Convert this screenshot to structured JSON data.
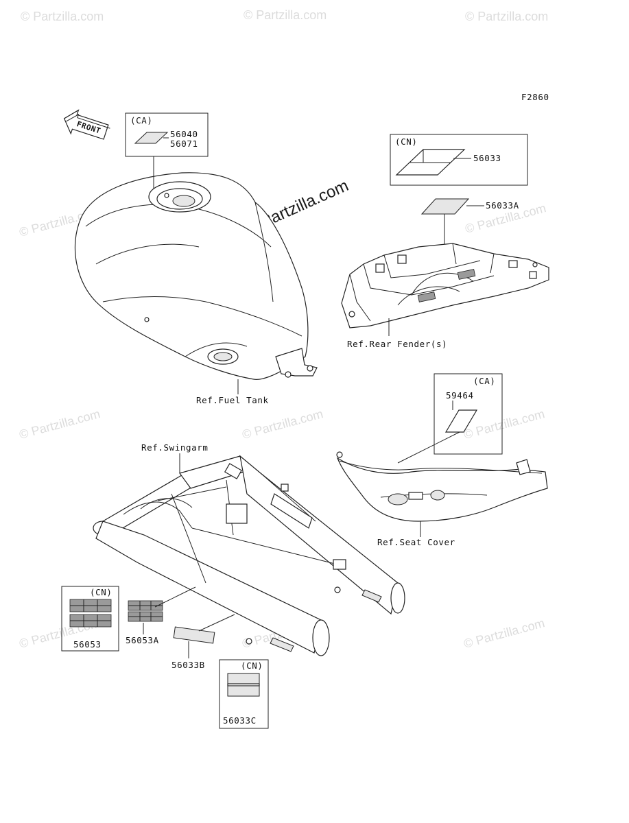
{
  "diagram_code": "F2860",
  "front_marker": "FRONT",
  "watermark": {
    "text": "© Partzilla.com",
    "center_text": "© Partzilla.com"
  },
  "callouts": {
    "tank_region": "(CA)",
    "tank_part_1": "56040",
    "tank_part_2": "56071",
    "fender_region": "(CN)",
    "fender_part": "56033",
    "fender_part_2": "56033A",
    "seat_region": "(CA)",
    "seat_part": "59464",
    "swing_region_1": "(CN)",
    "swing_part_1": "56053",
    "swing_part_2": "56053A",
    "swing_part_3": "56033B",
    "swing_region_2": "(CN)",
    "swing_part_4": "56033C"
  },
  "references": {
    "fuel_tank": "Ref.Fuel Tank",
    "rear_fender": "Ref.Rear Fender(s)",
    "swingarm": "Ref.Swingarm",
    "seat_cover": "Ref.Seat Cover"
  }
}
